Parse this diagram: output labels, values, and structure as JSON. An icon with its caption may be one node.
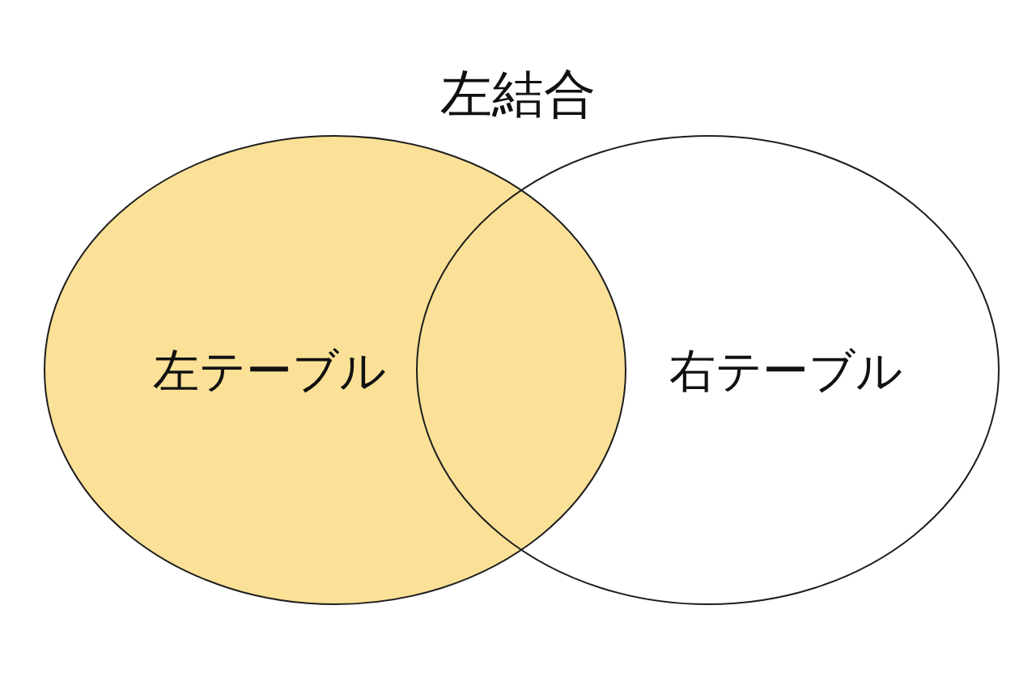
{
  "diagram": {
    "title": "左結合",
    "nodes": [
      {
        "text": [
          "左テーブル"
        ]
      },
      {
        "text": [
          "右テーブル"
        ]
      }
    ]
  }
}
